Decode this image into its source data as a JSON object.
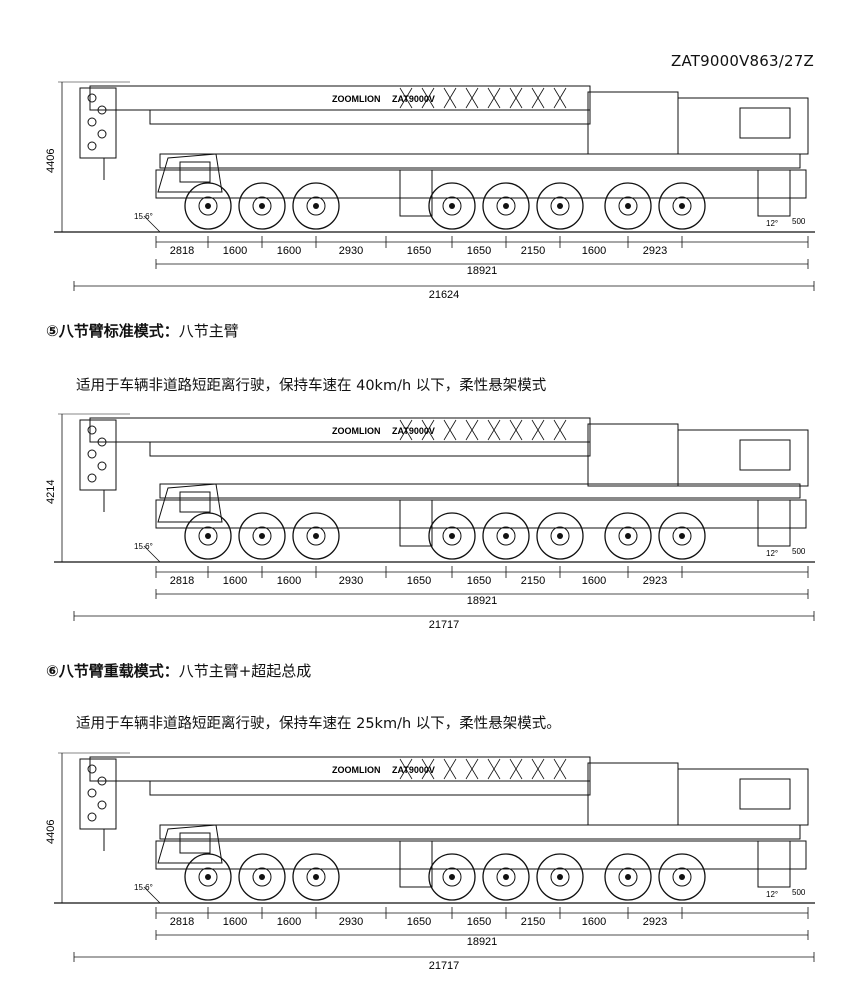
{
  "model_code": "ZAT9000V863/27Z",
  "sections": [
    {
      "heading": null,
      "note": null,
      "height_dim": "4406",
      "angle": "15.6°",
      "axles": [
        "2818",
        "1600",
        "1600",
        "2930",
        "1650",
        "1650",
        "2150",
        "1600",
        "2923"
      ],
      "total_inner": "18921",
      "total_outer": "21624",
      "rear_small": "12°",
      "rear_height": "500",
      "boom_labels": [
        "ZOOMLION",
        "ZAT9000V"
      ]
    },
    {
      "heading": {
        "prefix": "⑤八节臂标准模式：",
        "body": "八节主臂"
      },
      "note": "适用于车辆非道路短距离行驶，保持车速在 40km/h 以下，柔性悬架模式",
      "height_dim": "4214",
      "angle": "15.6°",
      "axles": [
        "2818",
        "1600",
        "1600",
        "2930",
        "1650",
        "1650",
        "2150",
        "1600",
        "2923"
      ],
      "total_inner": "18921",
      "total_outer": "21717",
      "rear_small": "12°",
      "rear_height": "500",
      "boom_labels": [
        "ZOOMLION",
        "ZAT9000V"
      ]
    },
    {
      "heading": {
        "prefix": "⑥八节臂重载模式：",
        "body": "八节主臂+超起总成"
      },
      "note": "适用于车辆非道路短距离行驶，保持车速在 25km/h 以下，柔性悬架模式。",
      "height_dim": "4406",
      "angle": "15.6°",
      "axles": [
        "2818",
        "1600",
        "1600",
        "2930",
        "1650",
        "1650",
        "2150",
        "1600",
        "2923"
      ],
      "total_inner": "18921",
      "total_outer": "21717",
      "rear_small": "12°",
      "rear_height": "500",
      "boom_labels": [
        "ZOOMLION",
        "ZAT9000V"
      ]
    }
  ]
}
